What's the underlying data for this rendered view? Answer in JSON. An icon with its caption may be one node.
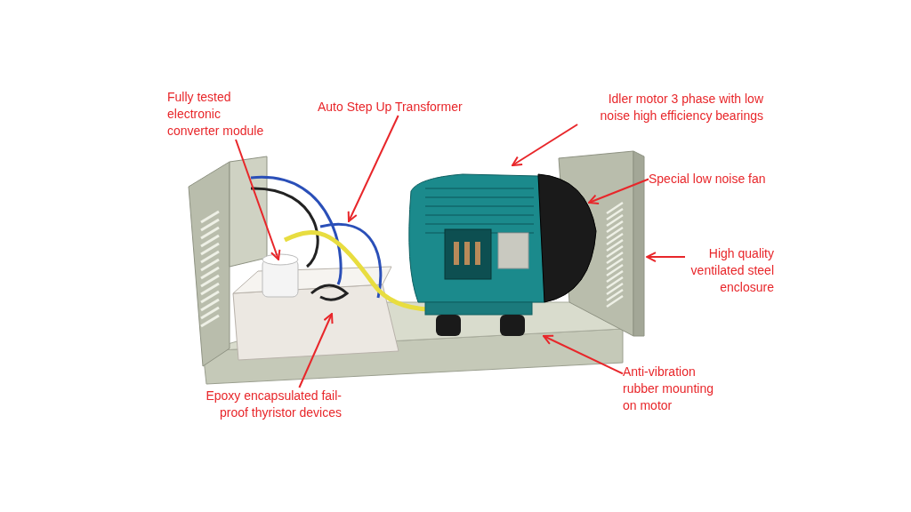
{
  "diagram": {
    "nodes": [
      {
        "text": [
          "Fully tested electronic converter module"
        ]
      },
      {
        "text": [
          "Auto Step Up Transformer"
        ]
      },
      {
        "text": [
          "Idler motor 3 phase with low noise high efficiency bearings"
        ]
      },
      {
        "text": [
          "Special low noise fan"
        ]
      },
      {
        "text": [
          "High quality ventilated steel enclosure"
        ]
      },
      {
        "text": [
          "Anti-vibration rubber mounting on motor"
        ]
      },
      {
        "text": [
          "Epoxy encapsulated fail-proof thyristor devices"
        ]
      }
    ],
    "edges": [
      {
        "from": 0,
        "to": null,
        "arrow": "to"
      },
      {
        "from": 1,
        "to": null,
        "arrow": "to"
      },
      {
        "from": 2,
        "to": null,
        "arrow": "to"
      },
      {
        "from": 3,
        "to": null,
        "arrow": "to"
      },
      {
        "from": 4,
        "to": null,
        "arrow": "to"
      },
      {
        "from": 5,
        "to": null,
        "arrow": "to"
      },
      {
        "from": 6,
        "to": null,
        "arrow": "to"
      }
    ]
  }
}
